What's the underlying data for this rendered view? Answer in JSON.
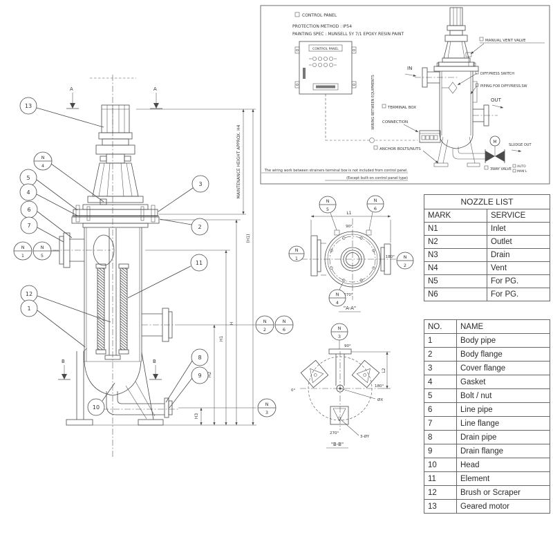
{
  "drawing": {
    "section_a": "A",
    "section_b": "B",
    "n_letter": "N",
    "balloons": {
      "1": "1",
      "2": "2",
      "3": "3",
      "4": "4",
      "5": "5",
      "6": "6",
      "7": "7",
      "8": "8",
      "9": "9",
      "10": "10",
      "11": "11",
      "12": "12",
      "13": "13"
    },
    "dims": {
      "maintenance": "MAINTENANCE HEIGHT APPROX. H4",
      "overall": "(H1)",
      "h": "H",
      "h1": "H1",
      "h2": "H2",
      "h3": "H3"
    }
  },
  "section_aa": {
    "title": "\"A-A\"",
    "l1": "L1",
    "deg90": "90°",
    "deg180": "180°",
    "deg270": "270°"
  },
  "section_bb": {
    "title": "\"B-B\"",
    "l2": "L2",
    "deg0": "0°",
    "deg90": "90°",
    "deg180": "180°",
    "deg270": "270°",
    "dia_x": "ØX",
    "holes": "3-ØY"
  },
  "inset": {
    "control_panel_option": "CONTROL PANEL",
    "protection": "PROTECTION METHOD : IP54",
    "painting": "PAINTING SPEC : MUNSELL 5Y 7/1 EPOXY RESIN PAINT",
    "panel_title": "CONTROL PANEL",
    "wiring_note": "WIRING BETWEEN EQUIPMENTS",
    "terminal_box": "TERMINAL BOX",
    "connection": "CONNECTION",
    "anchor_bolts": "ANCHOR BOLTS/NUTS",
    "manual_vent_valve": "MANUAL VENT VALVE",
    "diff_press_switch": "DIFF.PRESS SWITCH",
    "piping_diff_press": "PIPING FOR DIFF.PRESS.SW",
    "in_label": "IN",
    "out_label": "OUT",
    "motor_label": "M",
    "sludge_out": "SLUDGE OUT",
    "three_way_valve": "3WAY VALVE",
    "auto_option": "AUTO",
    "manual_option": "MAN'L",
    "note_line1": "The wiring work between strainers terminal box is not included from control panel.",
    "note_line2": "(Except built-on control panel type)"
  },
  "nozzle_table": {
    "title": "NOZZLE LIST",
    "headers": [
      "MARK",
      "SERVICE"
    ],
    "rows": [
      [
        "N1",
        "Inlet"
      ],
      [
        "N2",
        "Outlet"
      ],
      [
        "N3",
        "Drain"
      ],
      [
        "N4",
        "Vent"
      ],
      [
        "N5",
        "For PG."
      ],
      [
        "N6",
        "For PG."
      ]
    ]
  },
  "parts_table": {
    "headers": [
      "NO.",
      "NAME"
    ],
    "rows": [
      [
        "1",
        "Body pipe"
      ],
      [
        "2",
        "Body flange"
      ],
      [
        "3",
        "Cover flange"
      ],
      [
        "4",
        "Gasket"
      ],
      [
        "5",
        "Bolt / nut"
      ],
      [
        "6",
        "Line pipe"
      ],
      [
        "7",
        "Line flange"
      ],
      [
        "8",
        "Drain pipe"
      ],
      [
        "9",
        "Drain flange"
      ],
      [
        "10",
        "Head"
      ],
      [
        "11",
        "Element"
      ],
      [
        "12",
        "Brush or Scraper"
      ],
      [
        "13",
        "Geared motor"
      ]
    ]
  }
}
